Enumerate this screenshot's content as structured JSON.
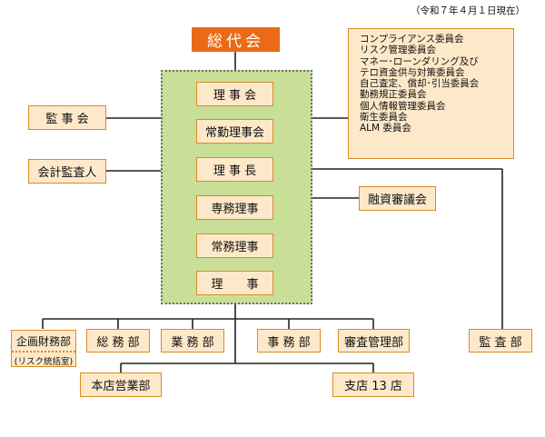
{
  "date_note": "（令和７年４月１日現在）",
  "top": "総代会",
  "board": [
    "理 事 会",
    "常勤理事会",
    "理 事 長",
    "専務理事",
    "常務理事",
    "理　　事"
  ],
  "left": {
    "auditors_board": "監 事 会",
    "accounting_auditor": "会計監査人"
  },
  "committees": [
    "コンプライアンス委員会",
    "リスク管理委員会",
    "マネー･ローンダリング及び",
    "テロ資金供与対策委員会",
    "自己査定、償却･引当委員会",
    "勤務規正委員会",
    "個人情報管理委員会",
    "衛生委員会",
    "ALM 委員会"
  ],
  "loan_council": "融資審議会",
  "departments": {
    "planning": "企画財務部",
    "risk_office": "(リスク統括室)",
    "general": "総 務 部",
    "business": "業 務 部",
    "admin": "事 務 部",
    "credit": "審査管理部",
    "audit": "監 査 部"
  },
  "branches": {
    "head_office": "本店営業部",
    "branches": "支店 13 店"
  }
}
